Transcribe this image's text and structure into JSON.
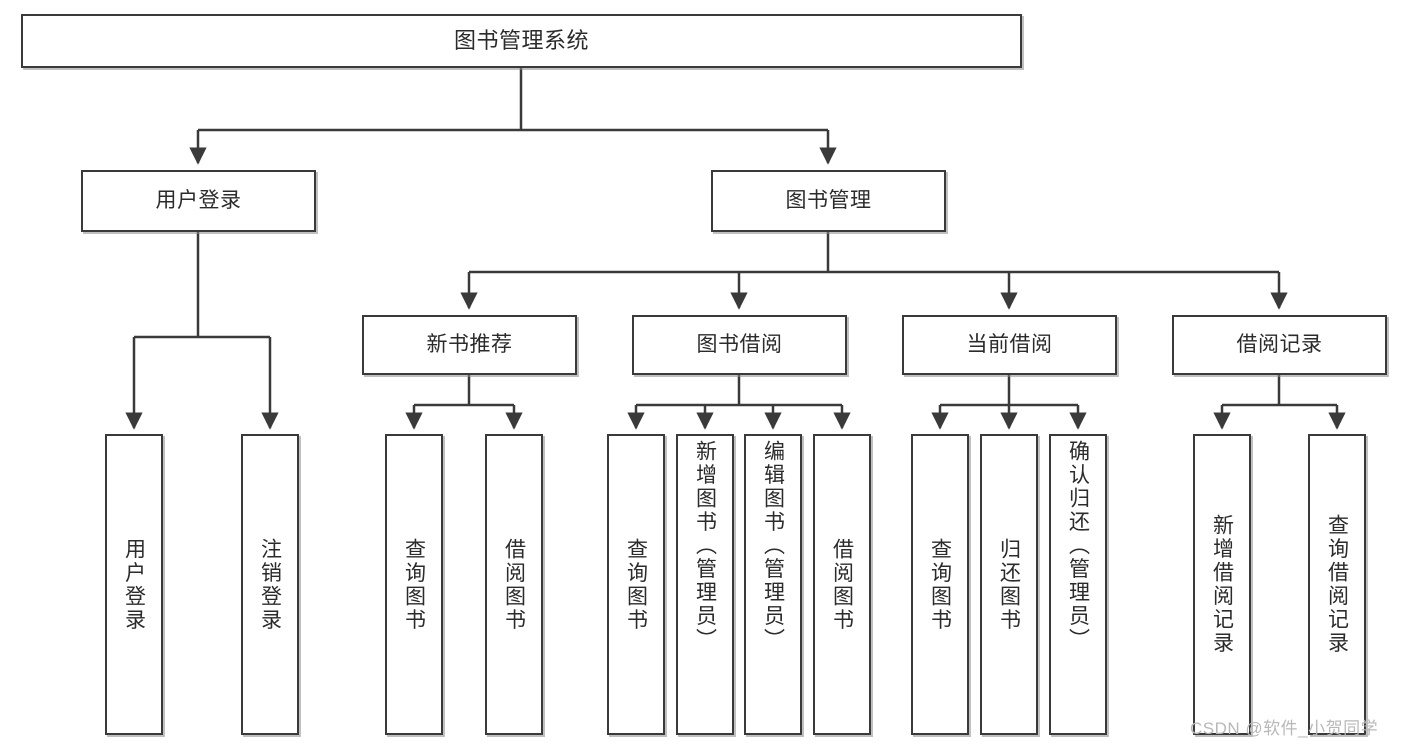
{
  "diagram": {
    "title": "图书管理系统",
    "type": "tree",
    "orientation": "top-down",
    "watermark": "CSDN @软件_小贺同学",
    "colors": {
      "box_border": "#3a3a3a",
      "box_fill": "#ffffff",
      "connector": "#3a3a3a",
      "text": "#2b2b2b",
      "watermark": "#b8b8b8",
      "background": "#ffffff"
    }
  },
  "nodes": {
    "root": {
      "label": "图书管理系统"
    },
    "level2": [
      {
        "id": "user_login",
        "label": "用户登录"
      },
      {
        "id": "book_manage",
        "label": "图书管理"
      }
    ],
    "level3": [
      {
        "id": "new_book_rec",
        "label": "新书推荐"
      },
      {
        "id": "book_borrow",
        "label": "图书借阅"
      },
      {
        "id": "current_borrow",
        "label": "当前借阅"
      },
      {
        "id": "borrow_record",
        "label": "借阅记录"
      }
    ],
    "leaves": {
      "user_login": [
        {
          "id": "leaf_user_login",
          "label": "用户登录"
        },
        {
          "id": "leaf_logout",
          "label": "注销登录"
        }
      ],
      "new_book_rec": [
        {
          "id": "leaf_query_book_1",
          "label": "查询图书"
        },
        {
          "id": "leaf_borrow_book_1",
          "label": "借阅图书"
        }
      ],
      "book_borrow": [
        {
          "id": "leaf_query_book_2",
          "label": "查询图书"
        },
        {
          "id": "leaf_add_book",
          "label": "新增图书（管理员）"
        },
        {
          "id": "leaf_edit_book",
          "label": "编辑图书（管理员）"
        },
        {
          "id": "leaf_borrow_book_2",
          "label": "借阅图书"
        }
      ],
      "current_borrow": [
        {
          "id": "leaf_query_book_3",
          "label": "查询图书"
        },
        {
          "id": "leaf_return_book",
          "label": "归还图书"
        },
        {
          "id": "leaf_confirm_return",
          "label": "确认归还（管理员）"
        }
      ],
      "borrow_record": [
        {
          "id": "leaf_add_record",
          "label": "新增借阅记录"
        },
        {
          "id": "leaf_query_record",
          "label": "查询借阅记录"
        }
      ]
    }
  },
  "edges": [
    {
      "from": "root",
      "to": "user_login"
    },
    {
      "from": "root",
      "to": "book_manage"
    },
    {
      "from": "user_login",
      "to": "leaf_user_login"
    },
    {
      "from": "user_login",
      "to": "leaf_logout"
    },
    {
      "from": "book_manage",
      "to": "new_book_rec"
    },
    {
      "from": "book_manage",
      "to": "book_borrow"
    },
    {
      "from": "book_manage",
      "to": "current_borrow"
    },
    {
      "from": "book_manage",
      "to": "borrow_record"
    },
    {
      "from": "new_book_rec",
      "to": "leaf_query_book_1"
    },
    {
      "from": "new_book_rec",
      "to": "leaf_borrow_book_1"
    },
    {
      "from": "book_borrow",
      "to": "leaf_query_book_2"
    },
    {
      "from": "book_borrow",
      "to": "leaf_add_book"
    },
    {
      "from": "book_borrow",
      "to": "leaf_edit_book"
    },
    {
      "from": "book_borrow",
      "to": "leaf_borrow_book_2"
    },
    {
      "from": "current_borrow",
      "to": "leaf_query_book_3"
    },
    {
      "from": "current_borrow",
      "to": "leaf_return_book"
    },
    {
      "from": "current_borrow",
      "to": "leaf_confirm_return"
    },
    {
      "from": "borrow_record",
      "to": "leaf_add_record"
    },
    {
      "from": "borrow_record",
      "to": "leaf_query_record"
    }
  ]
}
